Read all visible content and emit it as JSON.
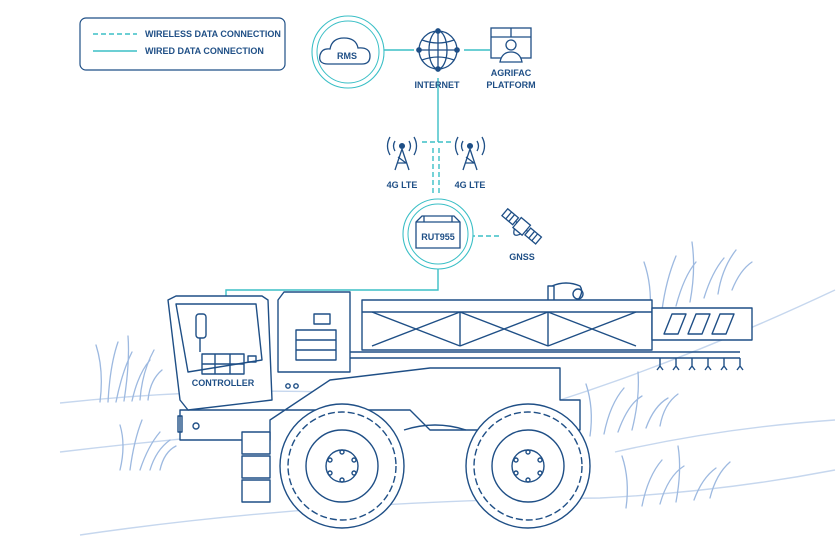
{
  "legend": {
    "wireless_label": "WIRELESS DATA CONNECTION",
    "wired_label": "WIRED DATA CONNECTION"
  },
  "nodes": {
    "rms": "RMS",
    "internet": "INTERNET",
    "platform_line1": "AGRIFAC",
    "platform_line2": "PLATFORM",
    "lte_left": "4G LTE",
    "lte_right": "4G LTE",
    "router": "RUT955",
    "gnss": "GNSS",
    "controller": "CONTROLLER"
  },
  "icons": {
    "cloud": "cloud-icon",
    "globe": "globe-icon",
    "platform": "platform-user-icon",
    "tower": "cell-tower-icon",
    "router": "router-icon",
    "satellite": "satellite-icon",
    "vehicle": "crop-sprayer-illustration"
  },
  "colors": {
    "line_art": "#1f4f86",
    "connection": "#3bbfc6",
    "ground": "#c6d7ee",
    "label": "#1f4f86"
  }
}
